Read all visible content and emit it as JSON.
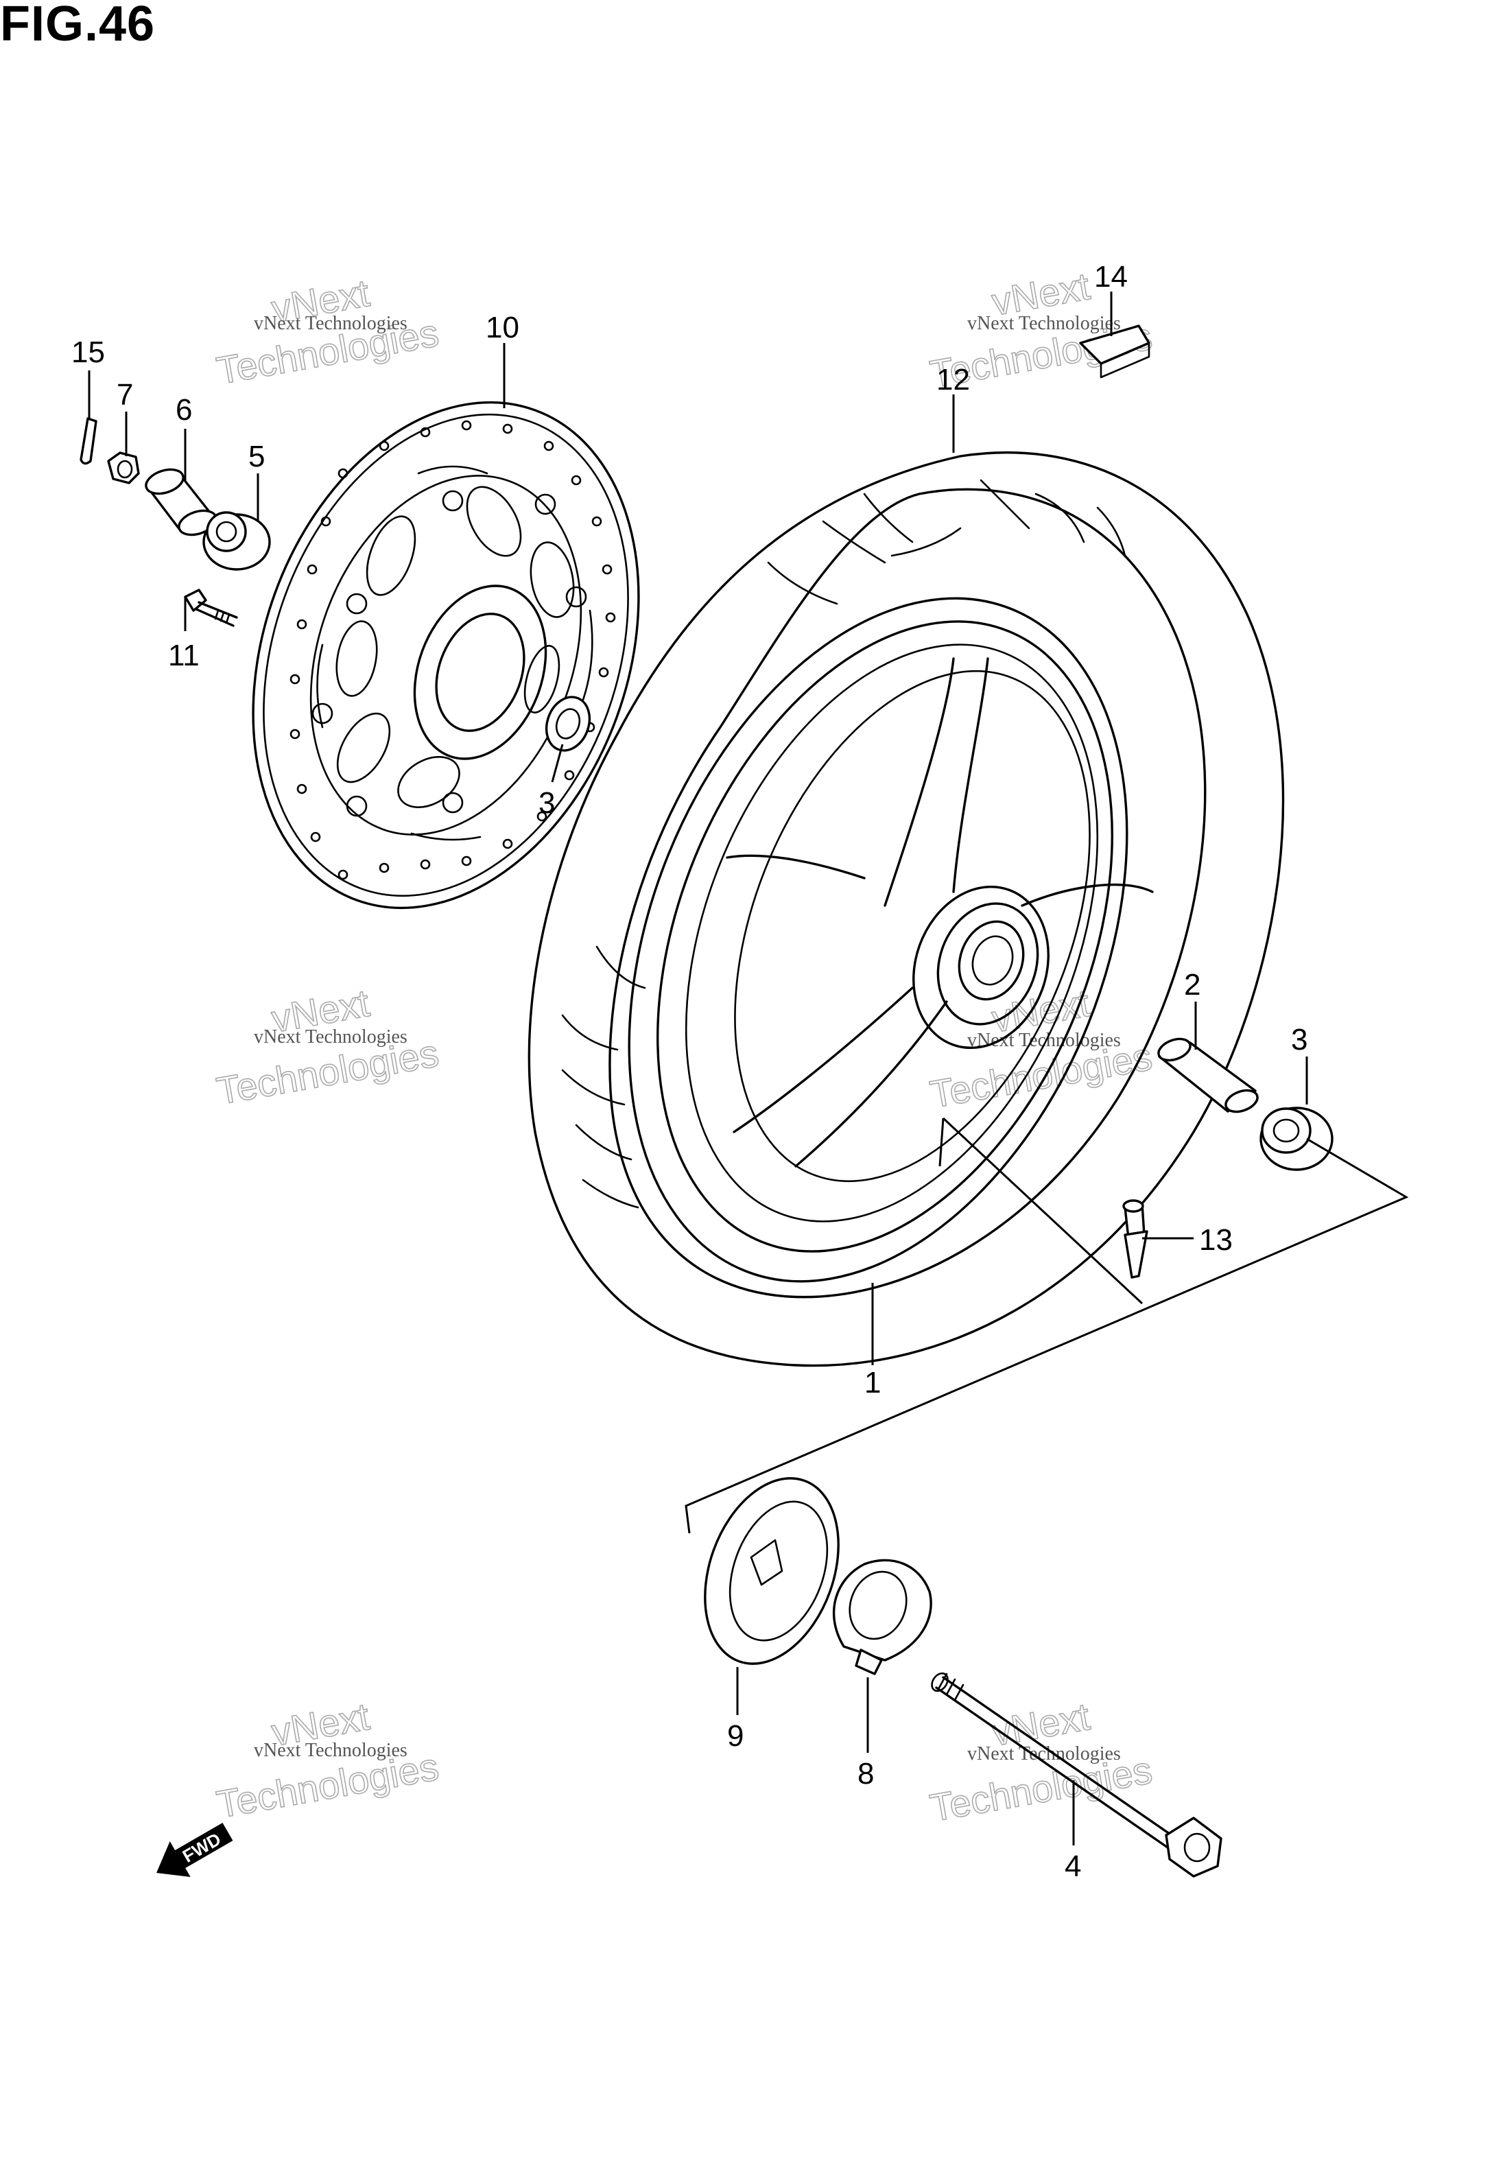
{
  "figure": {
    "title": "FIG.46"
  },
  "callouts": [
    {
      "id": "c1",
      "text": "1"
    },
    {
      "id": "c2",
      "text": "2"
    },
    {
      "id": "c3a",
      "text": "3"
    },
    {
      "id": "c3b",
      "text": "3"
    },
    {
      "id": "c4",
      "text": "4"
    },
    {
      "id": "c5",
      "text": "5"
    },
    {
      "id": "c6",
      "text": "6"
    },
    {
      "id": "c7",
      "text": "7"
    },
    {
      "id": "c8",
      "text": "8"
    },
    {
      "id": "c9",
      "text": "9"
    },
    {
      "id": "c10",
      "text": "10"
    },
    {
      "id": "c11",
      "text": "11"
    },
    {
      "id": "c12",
      "text": "12"
    },
    {
      "id": "c13",
      "text": "13"
    },
    {
      "id": "c14",
      "text": "14"
    },
    {
      "id": "c15",
      "text": "15"
    }
  ],
  "watermark": {
    "line1": "vNext Technologies",
    "line2": "vNext",
    "line3": "Technologies"
  },
  "fwd_arrow": {
    "label": "FWD"
  }
}
